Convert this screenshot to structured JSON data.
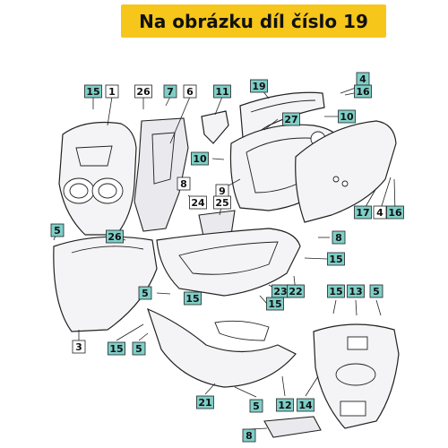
{
  "title": "Na obrázku díl číslo 19",
  "colors": {
    "banner": "#f7c61a",
    "highlight": "#7ecfc8"
  },
  "labels": [
    {
      "text": "15",
      "hl": true
    },
    {
      "text": "1",
      "hl": false
    },
    {
      "text": "26",
      "hl": false
    },
    {
      "text": "7",
      "hl": true
    },
    {
      "text": "6",
      "hl": false
    },
    {
      "text": "11",
      "hl": true
    },
    {
      "text": "19",
      "hl": true
    },
    {
      "text": "4",
      "hl": true
    },
    {
      "text": "16",
      "hl": true
    },
    {
      "text": "27",
      "hl": true
    },
    {
      "text": "10",
      "hl": true
    },
    {
      "text": "10",
      "hl": true
    },
    {
      "text": "8",
      "hl": false
    },
    {
      "text": "9",
      "hl": false
    },
    {
      "text": "24",
      "hl": false
    },
    {
      "text": "25",
      "hl": false
    },
    {
      "text": "17",
      "hl": true
    },
    {
      "text": "4",
      "hl": false
    },
    {
      "text": "16",
      "hl": true
    },
    {
      "text": "5",
      "hl": true
    },
    {
      "text": "26",
      "hl": true
    },
    {
      "text": "8",
      "hl": true
    },
    {
      "text": "15",
      "hl": true
    },
    {
      "text": "5",
      "hl": true
    },
    {
      "text": "15",
      "hl": true
    },
    {
      "text": "23",
      "hl": true
    },
    {
      "text": "22",
      "hl": true
    },
    {
      "text": "15",
      "hl": true
    },
    {
      "text": "15",
      "hl": true
    },
    {
      "text": "13",
      "hl": true
    },
    {
      "text": "5",
      "hl": true
    },
    {
      "text": "3",
      "hl": false
    },
    {
      "text": "15",
      "hl": true
    },
    {
      "text": "5",
      "hl": true
    },
    {
      "text": "21",
      "hl": true
    },
    {
      "text": "5",
      "hl": true
    },
    {
      "text": "12",
      "hl": true
    },
    {
      "text": "14",
      "hl": true
    },
    {
      "text": "8",
      "hl": true
    }
  ]
}
